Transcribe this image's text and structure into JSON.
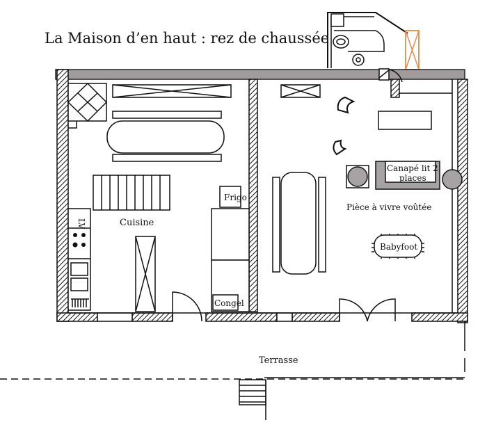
{
  "title": "La Maison d’en haut : rez de chaussée",
  "rooms": {
    "cuisine": "Cuisine",
    "piece": "Pièce à vivre voûtée",
    "terrasse": "Terrasse"
  },
  "furniture": {
    "frigo": "Frigo",
    "congel": "Congel",
    "lv": "LV",
    "canape_line1": "Canapé lit 2",
    "canape_line2": "places",
    "babyfoot": "Babyfoot"
  },
  "colors": {
    "beam": "#a29b9d",
    "wall_hatch": "#111111",
    "window_accent": "#e08a4a"
  }
}
